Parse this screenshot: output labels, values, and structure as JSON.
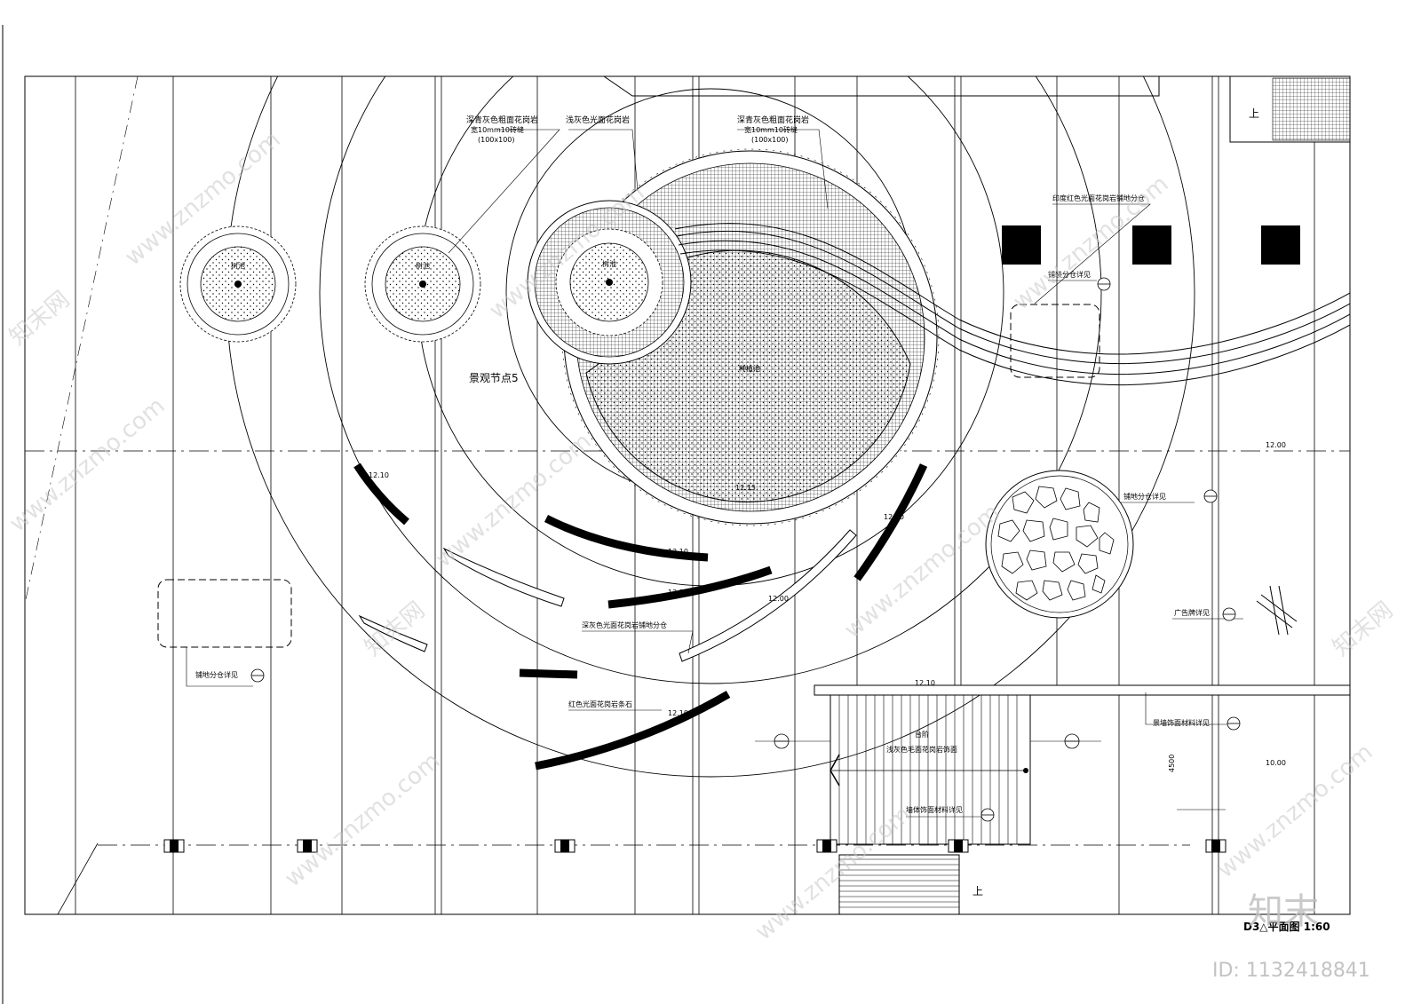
{
  "drawing": {
    "title": "D3△平面图 1:60",
    "node_label": "景观节点5",
    "up_label": "上",
    "tree_label": "树池",
    "pond_label": "种植池"
  },
  "callouts": {
    "dark_gray_granite": "深青灰色粗面花岗岩",
    "joint_spec": "宽10mm10砖缝",
    "size_spec": "(100x100)",
    "light_gray_granite": "浅灰色光面花岗岩",
    "red_granite_paving": "印度红色光面花岗岩铺地分仓",
    "paving_detail": "铺装分仓详见",
    "dark_gray_paving": "深灰色光面花岗岩铺地分仓",
    "red_strip": "红色光面花岗岩条石",
    "paving_detail_2": "铺地分仓详见",
    "paving_detail_3": "铺地分仓详见",
    "ad_board": "广告牌详见",
    "wall_material": "景墙饰面材料详见",
    "platform": "台阶",
    "platform_finish": "浅灰色毛面花岗岩饰面",
    "wall_finish": "墙体饰面材料详见"
  },
  "elevations": {
    "e1": "12.15",
    "e2": "12.10",
    "e3": "12.10",
    "e4": "12.10",
    "e5": "12.00",
    "e6": "12.00",
    "e7": "12.10",
    "e8": "12.10",
    "e9": "12.10",
    "e10": "10.00",
    "e11": "12.00"
  },
  "dimension": "4500",
  "watermarks": {
    "site": "www.znzmo.com",
    "brand": "知末网",
    "logo": "知末",
    "id": "ID: 1132418841"
  }
}
